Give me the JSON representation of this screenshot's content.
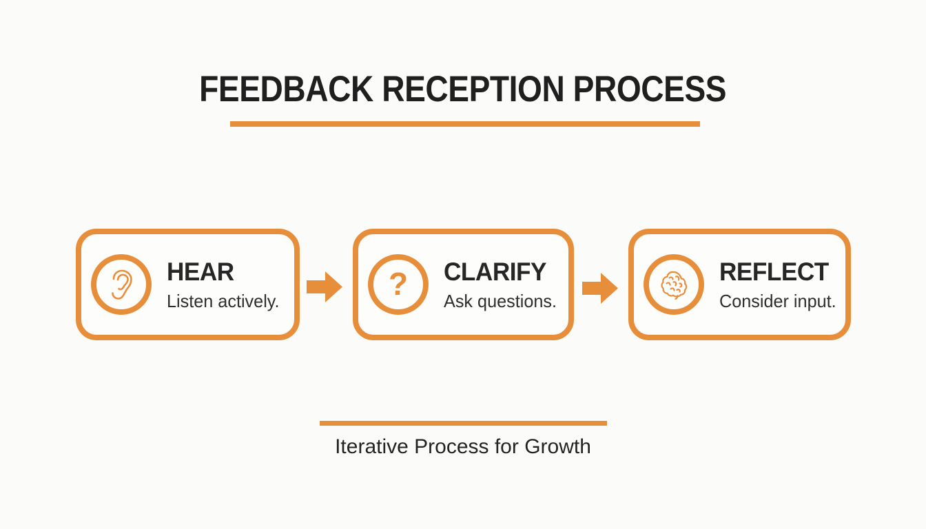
{
  "title": "FEEDBACK RECEPTION PROCESS",
  "colors": {
    "accent_orange": "#E78E3B",
    "text_dark": "#1F1F1F",
    "background": "#FBFBF9"
  },
  "steps": [
    {
      "label": "HEAR",
      "description": "Listen actively.",
      "icon": "ear-icon"
    },
    {
      "label": "CLARIFY",
      "description": "Ask questions.",
      "icon": "question-mark-icon",
      "icon_glyph": "?"
    },
    {
      "label": "REFLECT",
      "description": "Consider input.",
      "icon": "brain-icon"
    }
  ],
  "footer": {
    "caption": "Iterative Process for Growth"
  }
}
